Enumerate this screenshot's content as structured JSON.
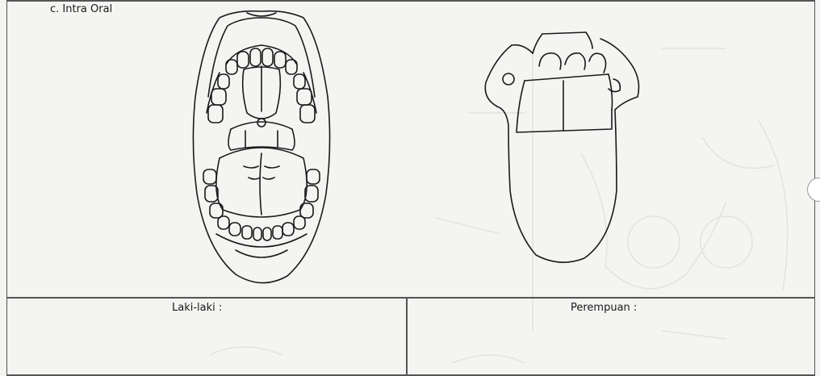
{
  "section": {
    "label": "c.  Intra Oral"
  },
  "bottom": {
    "left_label": "Laki-laki :",
    "right_label": "Perempuan :"
  },
  "colors": {
    "ink": "#1a1a1a",
    "paper": "#f4f4f2",
    "rule": "#555555"
  },
  "figures": {
    "mouth": "open-mouth-teeth-diagram",
    "tongue": "tongue-diagram"
  }
}
